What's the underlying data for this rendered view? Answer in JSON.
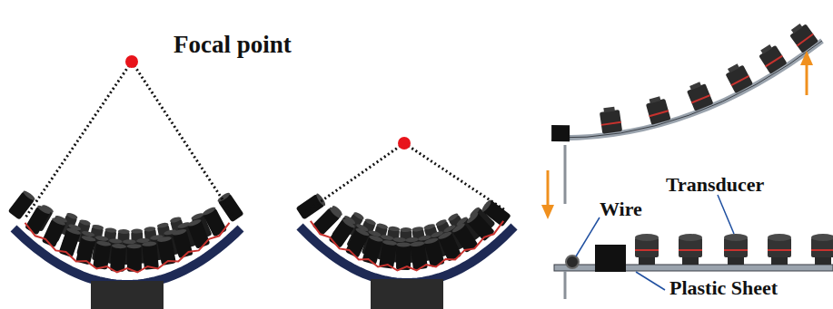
{
  "diagram": {
    "labels": [
      "Focal point",
      "Transducer",
      "Wire",
      "Plastic Sheet"
    ]
  }
}
